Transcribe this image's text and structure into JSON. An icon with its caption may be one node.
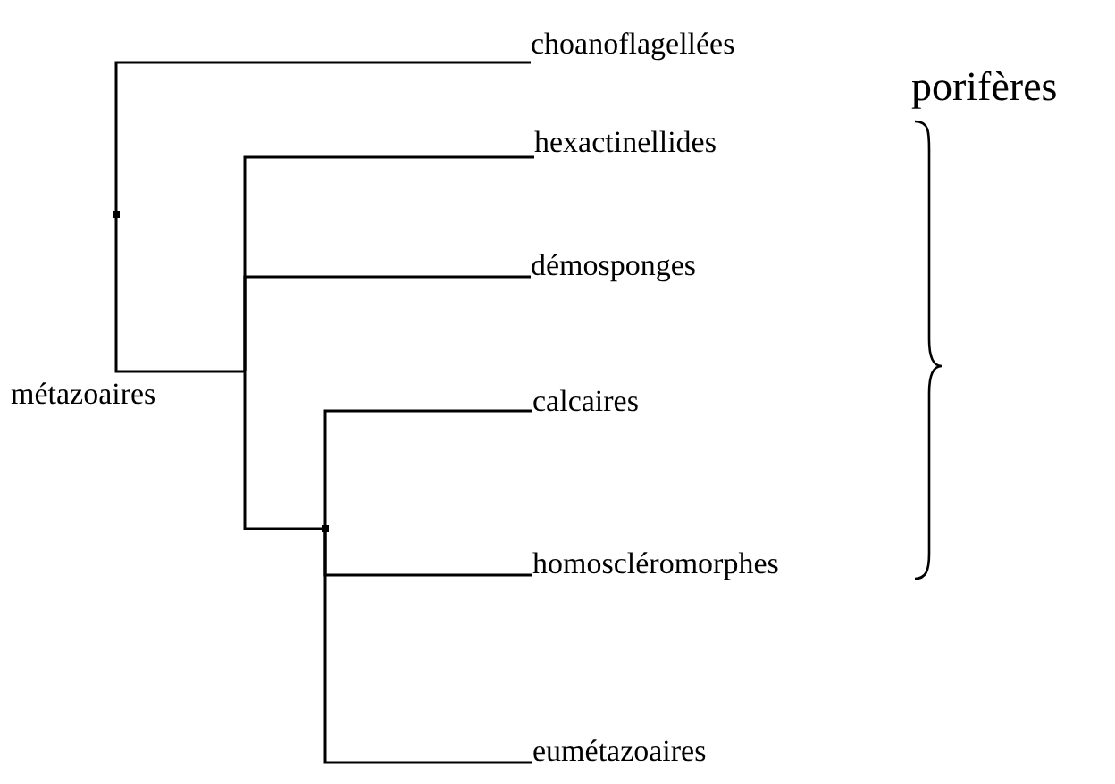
{
  "diagram": {
    "nodes": [
      {
        "text": [],
        "shape": "point"
      },
      {
        "text": [
          "choanoflagellées"
        ]
      },
      {
        "text": [
          "métazoaires"
        ]
      },
      {
        "text": [
          "hexactinellides"
        ]
      },
      {
        "text": [
          "démosponges"
        ]
      },
      {
        "text": [],
        "shape": "point"
      },
      {
        "text": [
          "calcaires"
        ]
      },
      {
        "text": [
          "homoscléromorphes"
        ]
      },
      {
        "text": [
          "eumétazoaires"
        ]
      }
    ],
    "edges": [
      {
        "from": 0,
        "to": 1,
        "arrow": "none"
      },
      {
        "from": 0,
        "to": 2,
        "arrow": "none"
      },
      {
        "from": 2,
        "to": 3,
        "arrow": "none"
      },
      {
        "from": 2,
        "to": 4,
        "arrow": "none"
      },
      {
        "from": 2,
        "to": 5,
        "arrow": "none"
      },
      {
        "from": 5,
        "to": 6,
        "arrow": "none"
      },
      {
        "from": 5,
        "to": 7,
        "arrow": "none"
      },
      {
        "from": 5,
        "to": 8,
        "arrow": "none"
      }
    ],
    "labels": [
      "porifères"
    ]
  }
}
